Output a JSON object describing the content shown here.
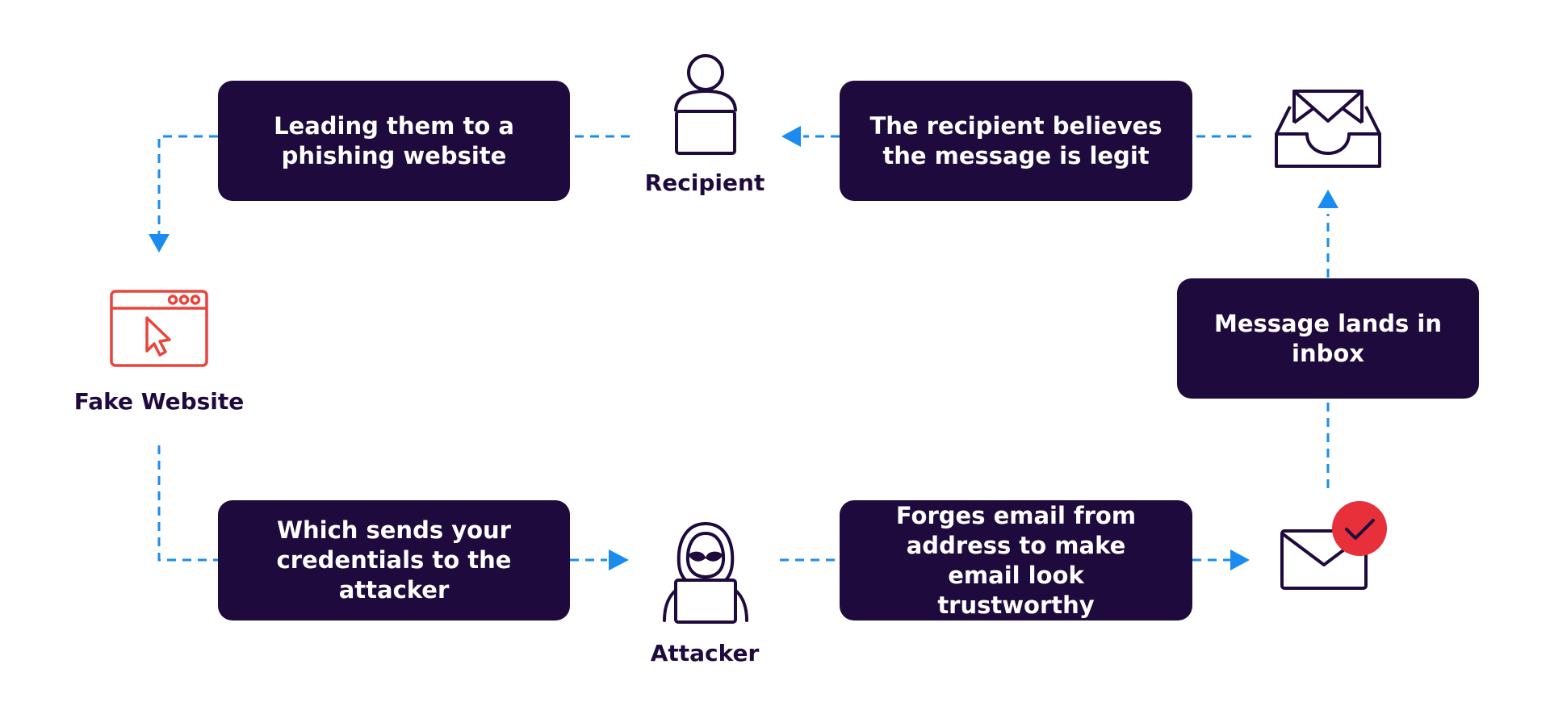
{
  "colors": {
    "box_background": "#1e0a3c",
    "box_text": "#ffffff",
    "label_text": "#1e0a3c",
    "connector": "#1a8cf0",
    "icon_stroke": "#1e0a3c",
    "website_icon": "#e8453c",
    "check_badge": "#e8303a"
  },
  "nodes": {
    "recipient": {
      "label": "Recipient",
      "icon": "person-at-laptop-icon"
    },
    "fake_website": {
      "label": "Fake Website",
      "icon": "browser-window-cursor-icon"
    },
    "attacker": {
      "label": "Attacker",
      "icon": "hooded-hacker-icon"
    },
    "inbox": {
      "icon": "inbox-tray-envelope-icon"
    },
    "verified_email": {
      "icon": "envelope-checkmark-icon"
    }
  },
  "steps": {
    "leading": {
      "text": "Leading them to a phishing website"
    },
    "believes": {
      "text": "The recipient believes the message is legit"
    },
    "lands": {
      "text": "Message lands in inbox"
    },
    "sends": {
      "text": "Which sends your credentials to the attacker"
    },
    "forges": {
      "text": "Forges email from address to make email look trustworthy"
    }
  }
}
